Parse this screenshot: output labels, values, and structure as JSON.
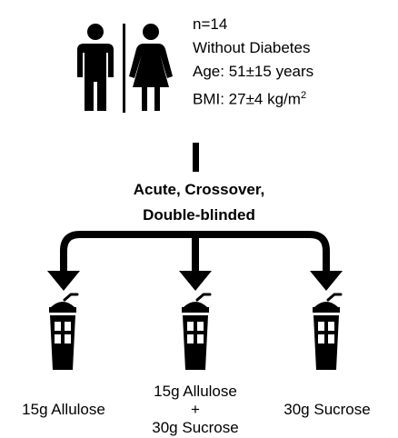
{
  "participants": {
    "n": "n=14",
    "group": "Without Diabetes",
    "age": "Age: 51±15 years",
    "bmi_prefix": "BMI: 27±4 kg/m",
    "bmi_sup": "2"
  },
  "design": {
    "line1": "Acute, Crossover,",
    "line2": "Double-blinded"
  },
  "arms": [
    {
      "label_line1": "15g Allulose",
      "label_line2": "",
      "label_line3": ""
    },
    {
      "label_line1": "15g Allulose",
      "label_line2": "+",
      "label_line3": "30g Sucrose"
    },
    {
      "label_line1": "30g Sucrose",
      "label_line2": "",
      "label_line3": ""
    }
  ],
  "icons": [
    "man-icon",
    "woman-icon",
    "drink-cup-icon"
  ],
  "colors": {
    "ink": "#000000",
    "background": "#ffffff"
  }
}
